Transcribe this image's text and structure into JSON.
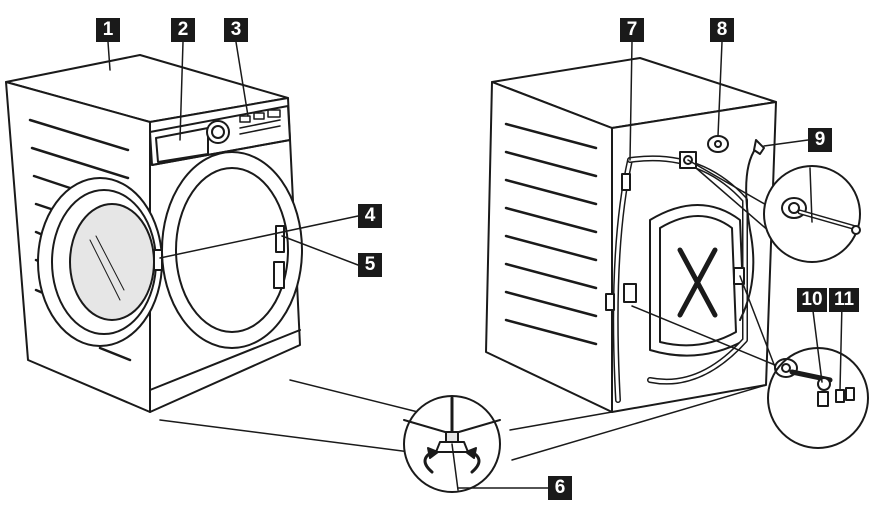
{
  "callouts": [
    {
      "id": "1",
      "label": "1"
    },
    {
      "id": "2",
      "label": "2"
    },
    {
      "id": "3",
      "label": "3"
    },
    {
      "id": "4",
      "label": "4"
    },
    {
      "id": "5",
      "label": "5"
    },
    {
      "id": "6",
      "label": "6"
    },
    {
      "id": "7",
      "label": "7"
    },
    {
      "id": "8",
      "label": "8"
    },
    {
      "id": "9",
      "label": "9"
    },
    {
      "id": "10",
      "label": "10"
    },
    {
      "id": "11",
      "label": "11"
    }
  ],
  "colors": {
    "line": "#1a1a1a",
    "fill": "#ffffff",
    "shade": "#e6e6e6",
    "callout_bg": "#1a1a1a",
    "callout_text": "#ffffff"
  }
}
